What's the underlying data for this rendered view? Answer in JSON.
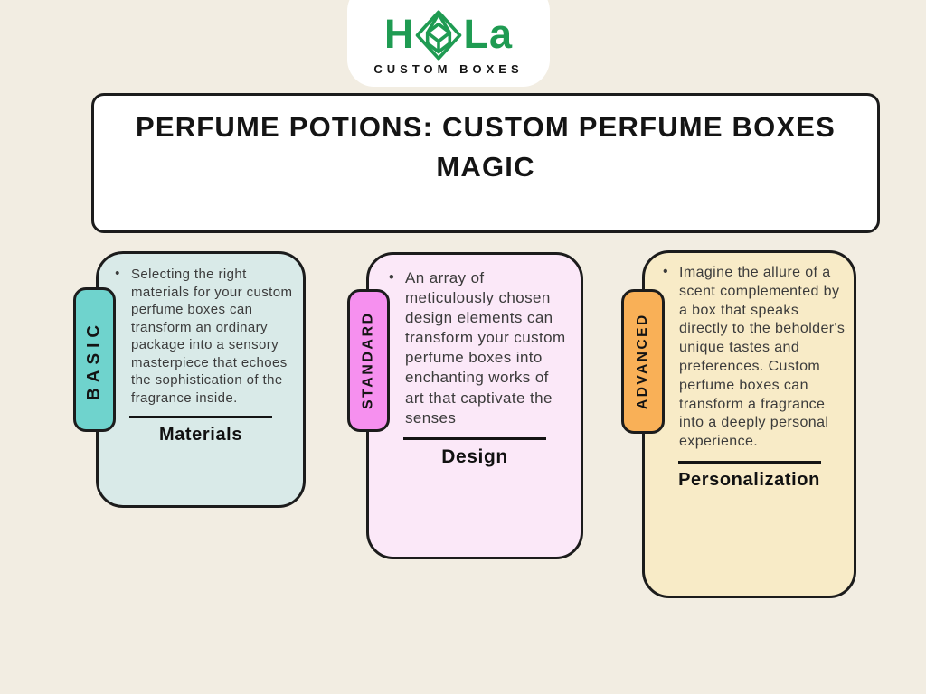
{
  "colors": {
    "page_bg": "#f2ede2",
    "border": "#1c1c1c",
    "logo_green": "#1f9b52",
    "banner_bg": "#ffffff",
    "body_text": "#3b3b3b",
    "heading_text": "#111111"
  },
  "logo": {
    "wordmark_left": "H",
    "wordmark_right": "La",
    "icon": "isometric-box-icon",
    "subtitle": "CUSTOM BOXES"
  },
  "banner": {
    "title": "PERFUME POTIONS: CUSTOM PERFUME BOXES MAGIC"
  },
  "cards": [
    {
      "tab_label": "BASIC",
      "tab_color": "#6fd3cd",
      "card_color": "#d9eae8",
      "bullet": "•",
      "body": "Selecting the right materials for your custom perfume boxes can transform an ordinary package into a sensory masterpiece that echoes the sophistication of the fragrance inside.",
      "heading": "Materials"
    },
    {
      "tab_label": "STANDARD",
      "tab_color": "#f690ef",
      "card_color": "#fbe8f8",
      "bullet": "•",
      "body": "An array of meticulously chosen design elements can transform your custom perfume boxes into enchanting works of art that captivate the senses",
      "heading": "Design"
    },
    {
      "tab_label": "ADVANCED",
      "tab_color": "#f9b057",
      "card_color": "#f8ebc7",
      "bullet": "•",
      "body": "Imagine the allure of a scent complemented by a box that speaks directly to the beholder's unique tastes and preferences. Custom perfume boxes can transform a fragrance into a deeply personal experience.",
      "heading": "Personalization"
    }
  ]
}
